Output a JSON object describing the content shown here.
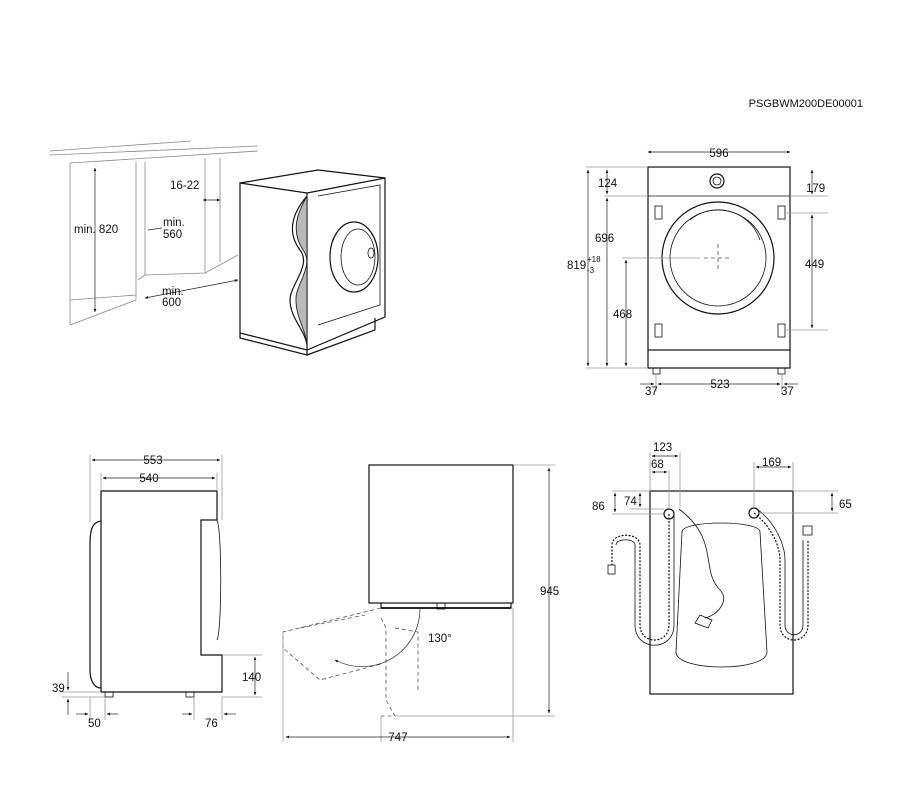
{
  "drawing_code": "PSGBWM200DE00001",
  "niche": {
    "height_label": "min. 820",
    "gap_label": "16-22",
    "depth_label_line1": "min.",
    "depth_label_line2": "560",
    "width_label_line1": "min.",
    "width_label_line2": "600"
  },
  "front": {
    "width": "596",
    "top_to_upper_hinge": "124",
    "top_to_upper_hinge_right": "179",
    "upper_height": "696",
    "hinge_spacing": "449",
    "height_base": "819",
    "height_tol_plus": "+18",
    "height_tol_minus": "-3",
    "door_center_height": "468",
    "feet_spacing": "523",
    "foot_left": "37",
    "foot_right": "37"
  },
  "side": {
    "overall_depth": "553",
    "body_depth": "540",
    "foot_height": "39",
    "recess_height": "140",
    "front_foot_offset": "50",
    "rear_foot_offset": "76"
  },
  "door": {
    "total_height": "945",
    "opening_angle": "130°",
    "swing_depth": "747"
  },
  "rear": {
    "outlet_offset": "123",
    "outlet_inner": "68",
    "outlet_top_outer": "86",
    "outlet_top_inner": "74",
    "inlet_offset": "169",
    "inlet_top": "65"
  }
}
